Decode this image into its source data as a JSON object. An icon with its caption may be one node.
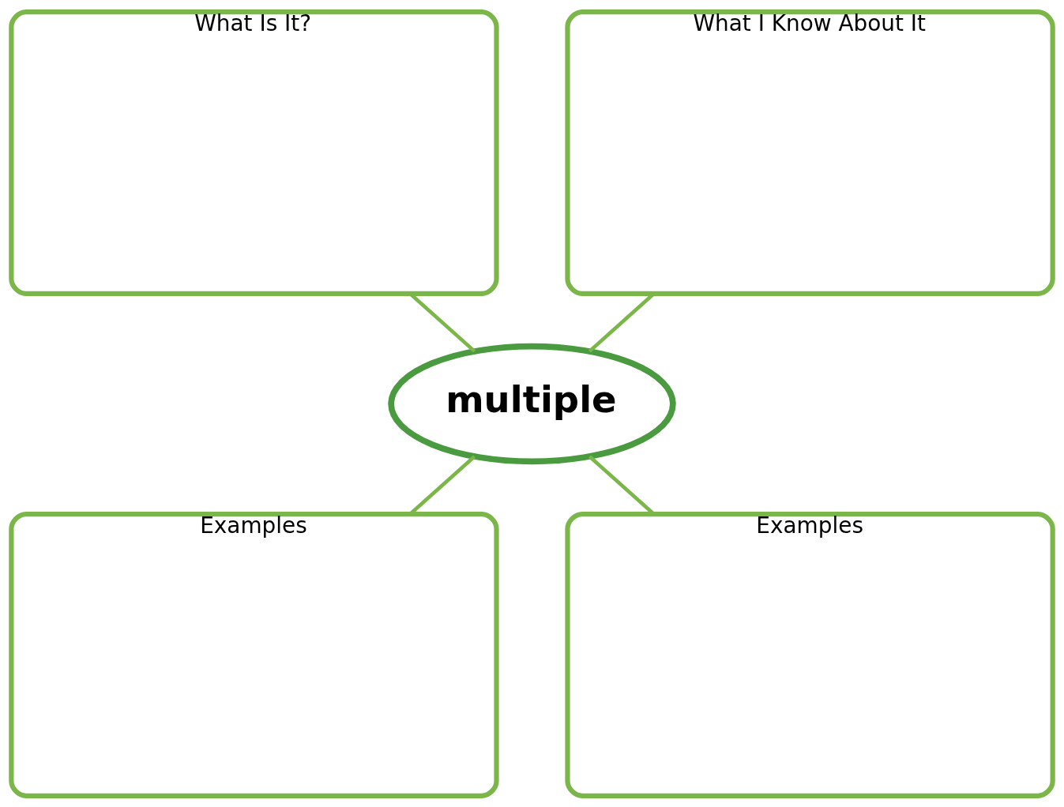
{
  "diagram": {
    "nodes": [
      {
        "text": [
          "What Is It?"
        ]
      },
      {
        "text": [
          "What I Know About It"
        ]
      },
      {
        "text": [
          "multiple"
        ]
      },
      {
        "text": [
          "Examples"
        ]
      },
      {
        "text": [
          "Examples"
        ]
      }
    ],
    "edges": [
      {
        "from": 0,
        "to": 2,
        "arrow": "none"
      },
      {
        "from": 1,
        "to": 2,
        "arrow": "none"
      },
      {
        "from": 2,
        "to": 3,
        "arrow": "none"
      },
      {
        "from": 2,
        "to": 4,
        "arrow": "none"
      }
    ]
  }
}
